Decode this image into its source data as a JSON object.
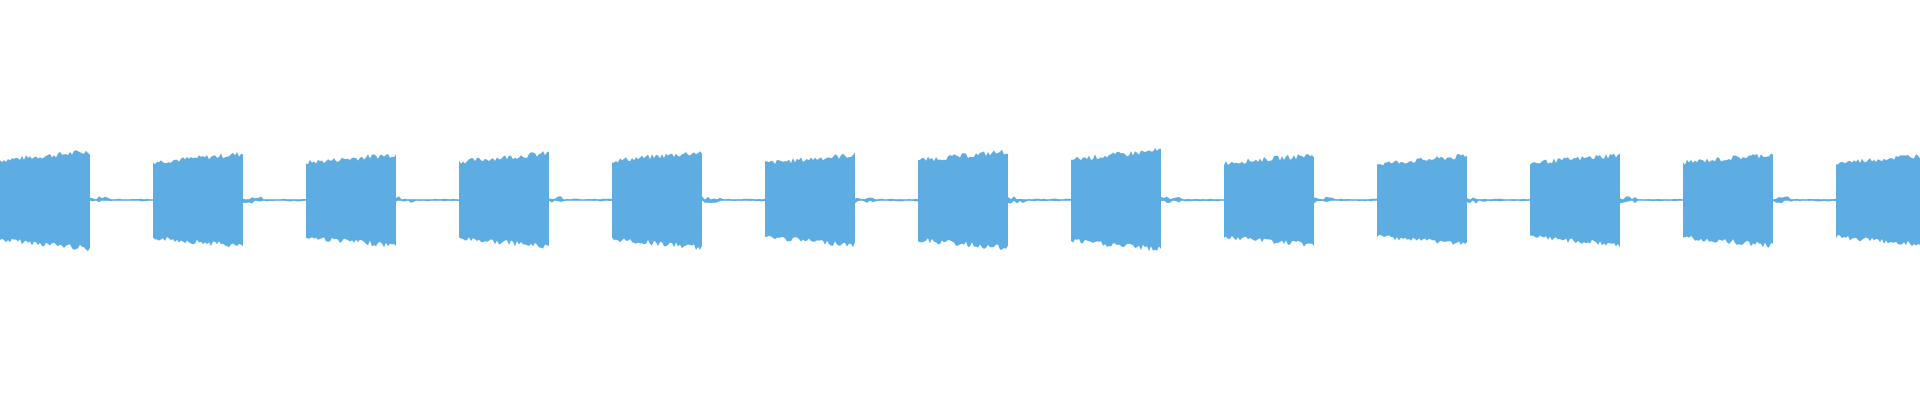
{
  "waveform": {
    "color": "#5dade2",
    "burst_count": 13,
    "burst_levels": [
      0.86,
      0.82,
      0.81,
      0.83,
      0.85,
      0.8,
      0.86,
      0.88,
      0.8,
      0.78,
      0.8,
      0.81,
      0.8
    ],
    "silence_level": 0.04
  }
}
